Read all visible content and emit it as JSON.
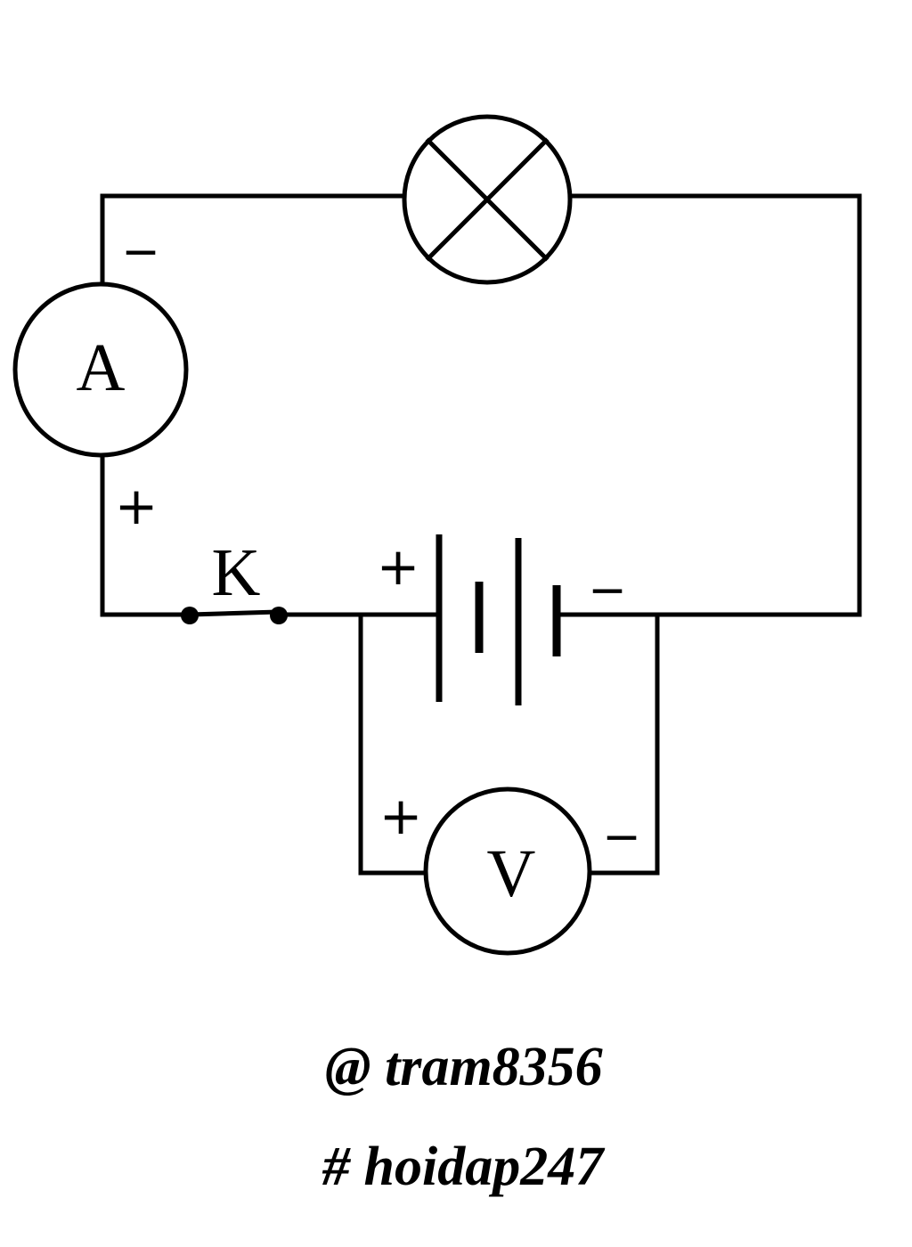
{
  "diagram": {
    "ammeter": {
      "label": "A",
      "neg_sign": "−",
      "pos_sign": "+"
    },
    "lamp": {
      "label": ""
    },
    "switch": {
      "label": "K"
    },
    "battery": {
      "pos_sign": "+",
      "neg_sign": "−"
    },
    "voltmeter": {
      "label": "V",
      "pos_sign": "+",
      "neg_sign": "−"
    }
  },
  "credits": {
    "author": "@ tram8356",
    "tag": "# hoidap247"
  }
}
